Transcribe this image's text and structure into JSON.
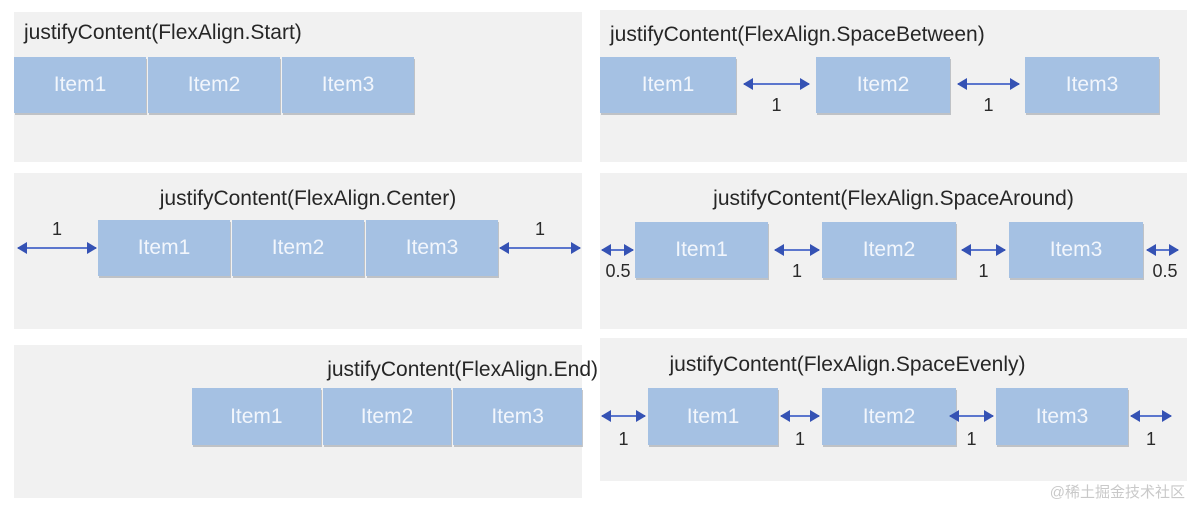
{
  "watermark": "@稀土掘金技术社区",
  "items": [
    "Item1",
    "Item2",
    "Item3"
  ],
  "colors": {
    "panel_bg": "#f1f1f1",
    "item_fill": "#a5c1e3",
    "item_text": "#f2f6fc",
    "arrow_line": "#5b76cd",
    "arrow_head": "#3552b4",
    "title_text": "#262626",
    "label_text": "#2b2b2b",
    "watermark_text": "#c9c9c9"
  },
  "panels": {
    "start": {
      "title": "justifyContent(FlexAlign.Start)"
    },
    "space_between": {
      "title": "justifyContent(FlexAlign.SpaceBetween)",
      "gap_labels": [
        "1",
        "1"
      ]
    },
    "center": {
      "title": "justifyContent(FlexAlign.Center)",
      "edge_labels": [
        "1",
        "1"
      ]
    },
    "space_around": {
      "title": "justifyContent(FlexAlign.SpaceAround)",
      "edge_labels": [
        "0.5",
        "0.5"
      ],
      "gap_labels": [
        "1",
        "1"
      ]
    },
    "end": {
      "title": "justifyContent(FlexAlign.End)"
    },
    "space_evenly": {
      "title": "justifyContent(FlexAlign.SpaceEvenly)",
      "labels": [
        "1",
        "1",
        "1",
        "1"
      ]
    }
  }
}
